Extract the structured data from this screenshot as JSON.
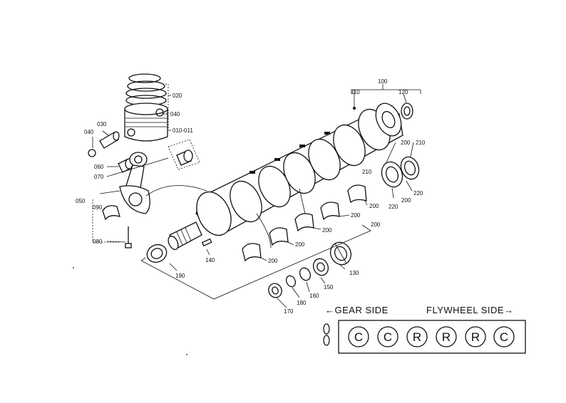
{
  "parts": {
    "p100": "100",
    "p110": "110",
    "p120": "120",
    "p020": "020",
    "p040a": "040",
    "p010": "010-011",
    "p040b": "040",
    "p030": "030",
    "p060": "060",
    "p070": "070",
    "p050": "050",
    "p090": "090",
    "p080": "080",
    "p190": "190",
    "p140": "140",
    "p200a": "200",
    "p210a": "210",
    "p210b": "210",
    "p200b": "200",
    "p220a": "220",
    "p220b": "220",
    "p200c": "200",
    "p200d": "200",
    "p200e": "200",
    "p200f": "200",
    "p200g": "200",
    "p200h": "200",
    "p130": "130",
    "p150": "150",
    "p160": "160",
    "p180": "180",
    "p170": "170"
  },
  "legend": {
    "gear_side": "←GEAR SIDE",
    "flywheel_side": "FLYWHEEL SIDE→",
    "codes": [
      "C",
      "C",
      "R",
      "R",
      "R",
      "C"
    ]
  }
}
